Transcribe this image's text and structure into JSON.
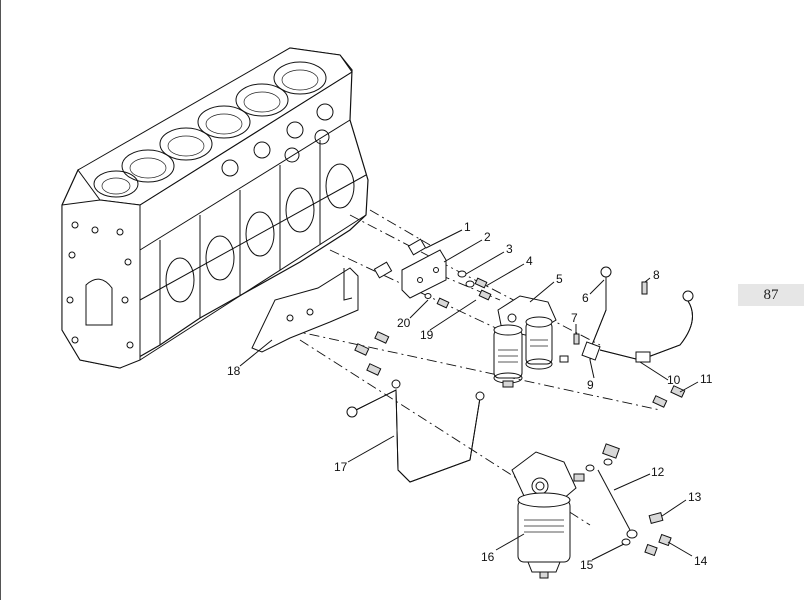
{
  "page_number": "87",
  "callouts": [
    {
      "id": "1",
      "label": "1"
    },
    {
      "id": "2",
      "label": "2"
    },
    {
      "id": "3",
      "label": "3"
    },
    {
      "id": "4",
      "label": "4"
    },
    {
      "id": "5",
      "label": "5"
    },
    {
      "id": "6",
      "label": "6"
    },
    {
      "id": "7",
      "label": "7"
    },
    {
      "id": "8",
      "label": "8"
    },
    {
      "id": "9",
      "label": "9"
    },
    {
      "id": "10",
      "label": "10"
    },
    {
      "id": "11",
      "label": "11"
    },
    {
      "id": "12",
      "label": "12"
    },
    {
      "id": "13",
      "label": "13"
    },
    {
      "id": "14",
      "label": "14"
    },
    {
      "id": "15",
      "label": "15"
    },
    {
      "id": "16",
      "label": "16"
    },
    {
      "id": "17",
      "label": "17"
    },
    {
      "id": "18",
      "label": "18"
    },
    {
      "id": "19",
      "label": "19"
    },
    {
      "id": "20",
      "label": "20"
    }
  ]
}
